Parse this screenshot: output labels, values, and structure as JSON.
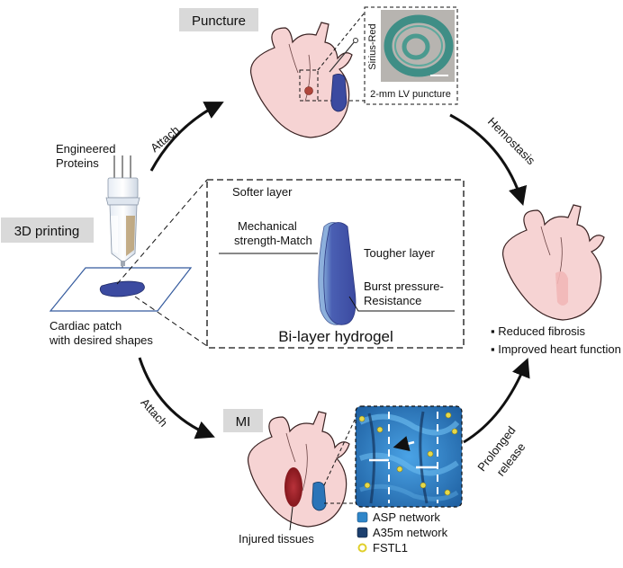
{
  "tags": {
    "puncture": "Puncture",
    "printing": "3D printing",
    "mi": "MI"
  },
  "arrows": {
    "attach_top": "Attach",
    "hemostasis": "Hemostasis",
    "attach_bottom": "Attach",
    "prolonged_line1": "Prolonged",
    "prolonged_line2": "release"
  },
  "labels": {
    "engineered_line1": "Engineered",
    "engineered_line2": "Proteins",
    "patch_line1": "Cardiac patch",
    "patch_line2": "with desired shapes",
    "sirius_red": "Sirius-Red",
    "lv_puncture": "2-mm LV puncture",
    "injured": "Injured tissues"
  },
  "hydrogel": {
    "softer": "Softer layer",
    "mech_line1": "Mechanical",
    "mech_line2": "strength-Match",
    "tougher": "Tougher layer",
    "burst_line1": "Burst pressure-",
    "burst_line2": "Resistance",
    "title": "Bi-layer hydrogel"
  },
  "outcomes": [
    "Reduced fibrosis",
    "Improved heart function"
  ],
  "legend": [
    {
      "label": "ASP network",
      "color": "#2f86c9"
    },
    {
      "label": "A35m network",
      "color": "#1c3f6e"
    },
    {
      "label": "FSTL1",
      "color": "#e6d94a"
    }
  ],
  "colors": {
    "heart_fill": "#f6d3d3",
    "heart_stroke": "#3a2222",
    "patch_blue": "#3f55a8",
    "tag_bg": "#d9d9d9",
    "injury": "#9c1c22",
    "network_blue": "#2a74b8"
  }
}
